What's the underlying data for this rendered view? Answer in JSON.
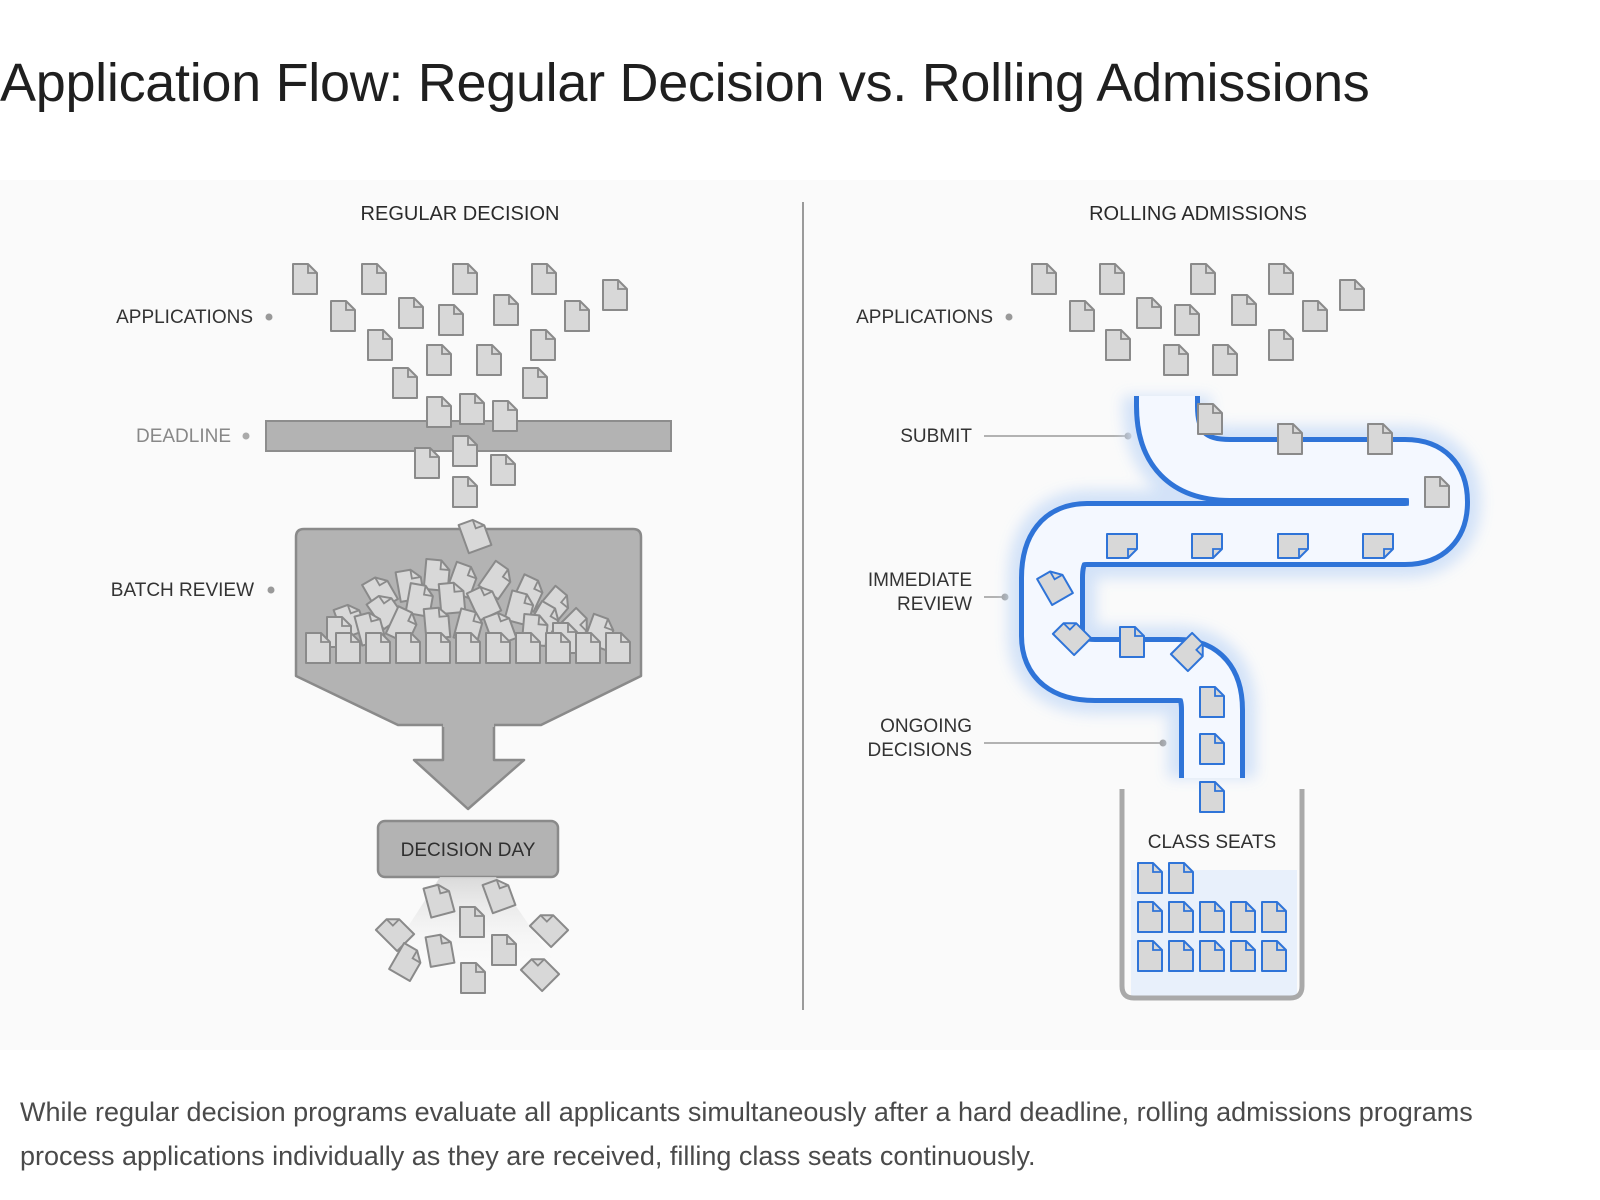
{
  "title": "Application Flow: Regular Decision vs. Rolling Admissions",
  "regular": {
    "header": "REGULAR DECISION",
    "labels": {
      "applications": "APPLICATIONS",
      "deadline": "DEADLINE",
      "batch_review": "BATCH REVIEW"
    },
    "decision_box": "DECISION DAY"
  },
  "rolling": {
    "header": "ROLLING ADMISSIONS",
    "labels": {
      "applications": "APPLICATIONS",
      "submit": "SUBMIT",
      "immediate_review_1": "IMMEDIATE",
      "immediate_review_2": "REVIEW",
      "ongoing_decisions_1": "ONGOING",
      "ongoing_decisions_2": "DECISIONS"
    },
    "container_label": "CLASS SEATS"
  },
  "caption": "While regular decision programs evaluate all applicants simultaneously after a hard deadline, rolling admissions programs process applications individually as they are received, filling class seats continuously.",
  "colors": {
    "doc_fill": "#d8d8d8",
    "doc_stroke": "#8a8a8a",
    "panel_gray": "#b5b5b5",
    "panel_stroke": "#8d8d8d",
    "rolling_blue": "#2f74d8",
    "rolling_glow": "#cfe0f8"
  },
  "icons": {
    "document": "document-icon",
    "arrow": "down-arrow-icon"
  }
}
